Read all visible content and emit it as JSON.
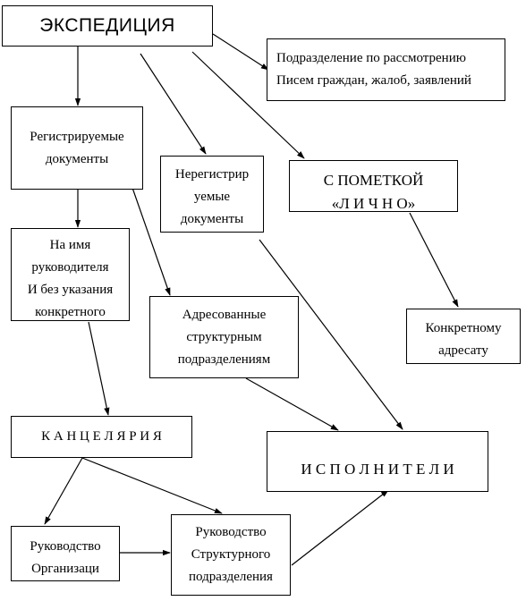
{
  "nodes": {
    "expedition": {
      "lines": [
        "ЭКСПЕДИЦИЯ"
      ]
    },
    "complaints_unit": {
      "lines": [
        "Подразделение по рассмотрению",
        "Писем граждан, жалоб, заявлений"
      ]
    },
    "registered_docs": {
      "lines": [
        "Регистрируемые",
        "документы"
      ]
    },
    "unregistered_docs": {
      "lines": [
        "Нерегистрир",
        "уемые",
        "документы"
      ]
    },
    "personal_mark": {
      "lines": [
        "С ПОМЕТКОЙ",
        "«Л И Ч Н О»"
      ]
    },
    "to_head": {
      "lines": [
        "На имя",
        "руководителя",
        "И без указания",
        "конкретного"
      ]
    },
    "to_departments": {
      "lines": [
        "Адресованные",
        "структурным",
        "подразделениям"
      ]
    },
    "specific_addressee": {
      "lines": [
        "Конкретному",
        "адресату"
      ]
    },
    "chancellery": {
      "lines": [
        "К А Н Ц Е Л Я Р И Я"
      ]
    },
    "executors": {
      "lines": [
        "И С П О Л Н И Т Е Л И"
      ]
    },
    "org_management": {
      "lines": [
        "Руководство",
        "Организаци"
      ]
    },
    "dept_management": {
      "lines": [
        "Руководство",
        "Структурного",
        "подразделения"
      ]
    }
  }
}
